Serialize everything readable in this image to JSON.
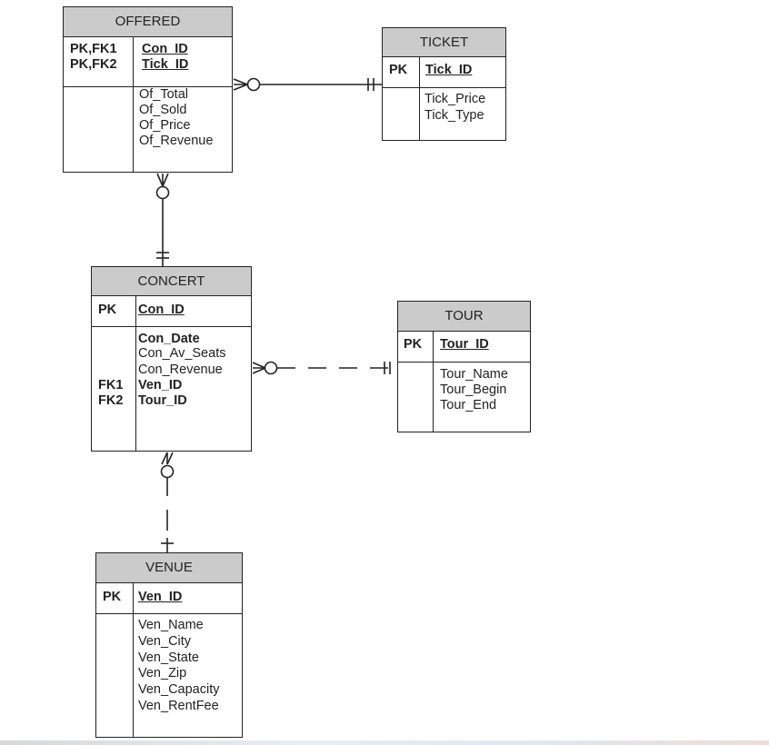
{
  "entities": {
    "offered": {
      "name": "OFFERED",
      "key_labels": [
        "PK,FK1",
        "PK,FK2"
      ],
      "keys": [
        "Con_ID",
        "Tick_ID"
      ],
      "attributes": [
        "Of_Total",
        "Of_Sold",
        "Of_Price",
        "Of_Revenue"
      ]
    },
    "ticket": {
      "name": "TICKET",
      "key_labels": [
        "PK"
      ],
      "keys": [
        "Tick_ID"
      ],
      "attributes": [
        "Tick_Price",
        "Tick_Type"
      ]
    },
    "concert": {
      "name": "CONCERT",
      "key_labels": [
        "PK"
      ],
      "keys": [
        "Con_ID"
      ],
      "attributes": [
        "Con_Date",
        "Con_Av_Seats",
        "Con_Revenue",
        "Ven_ID",
        "Tour_ID"
      ],
      "attr_key_labels": [
        "FK1",
        "FK2"
      ]
    },
    "tour": {
      "name": "TOUR",
      "key_labels": [
        "PK"
      ],
      "keys": [
        "Tour_ID"
      ],
      "attributes": [
        "Tour_Name",
        "Tour_Begin",
        "Tour_End"
      ]
    },
    "venue": {
      "name": "VENUE",
      "key_labels": [
        "PK"
      ],
      "keys": [
        "Ven_ID"
      ],
      "attributes": [
        "Ven_Name",
        "Ven_City",
        "Ven_State",
        "Ven_Zip",
        "Ven_Capacity",
        "Ven_RentFee"
      ]
    }
  },
  "relationships": [
    {
      "from": "TICKET",
      "to": "OFFERED",
      "from_cardinality": "one-and-only-one",
      "to_cardinality": "zero-or-many",
      "style": "solid"
    },
    {
      "from": "CONCERT",
      "to": "OFFERED",
      "from_cardinality": "one-and-only-one",
      "to_cardinality": "zero-or-many",
      "style": "solid"
    },
    {
      "from": "TOUR",
      "to": "CONCERT",
      "from_cardinality": "one-and-only-one",
      "to_cardinality": "zero-or-many",
      "style": "dashed"
    },
    {
      "from": "VENUE",
      "to": "CONCERT",
      "from_cardinality": "one",
      "to_cardinality": "zero-or-many",
      "style": "dashed"
    }
  ],
  "colors": {
    "header_fill": "#cbcbcb",
    "line": "#222222"
  }
}
